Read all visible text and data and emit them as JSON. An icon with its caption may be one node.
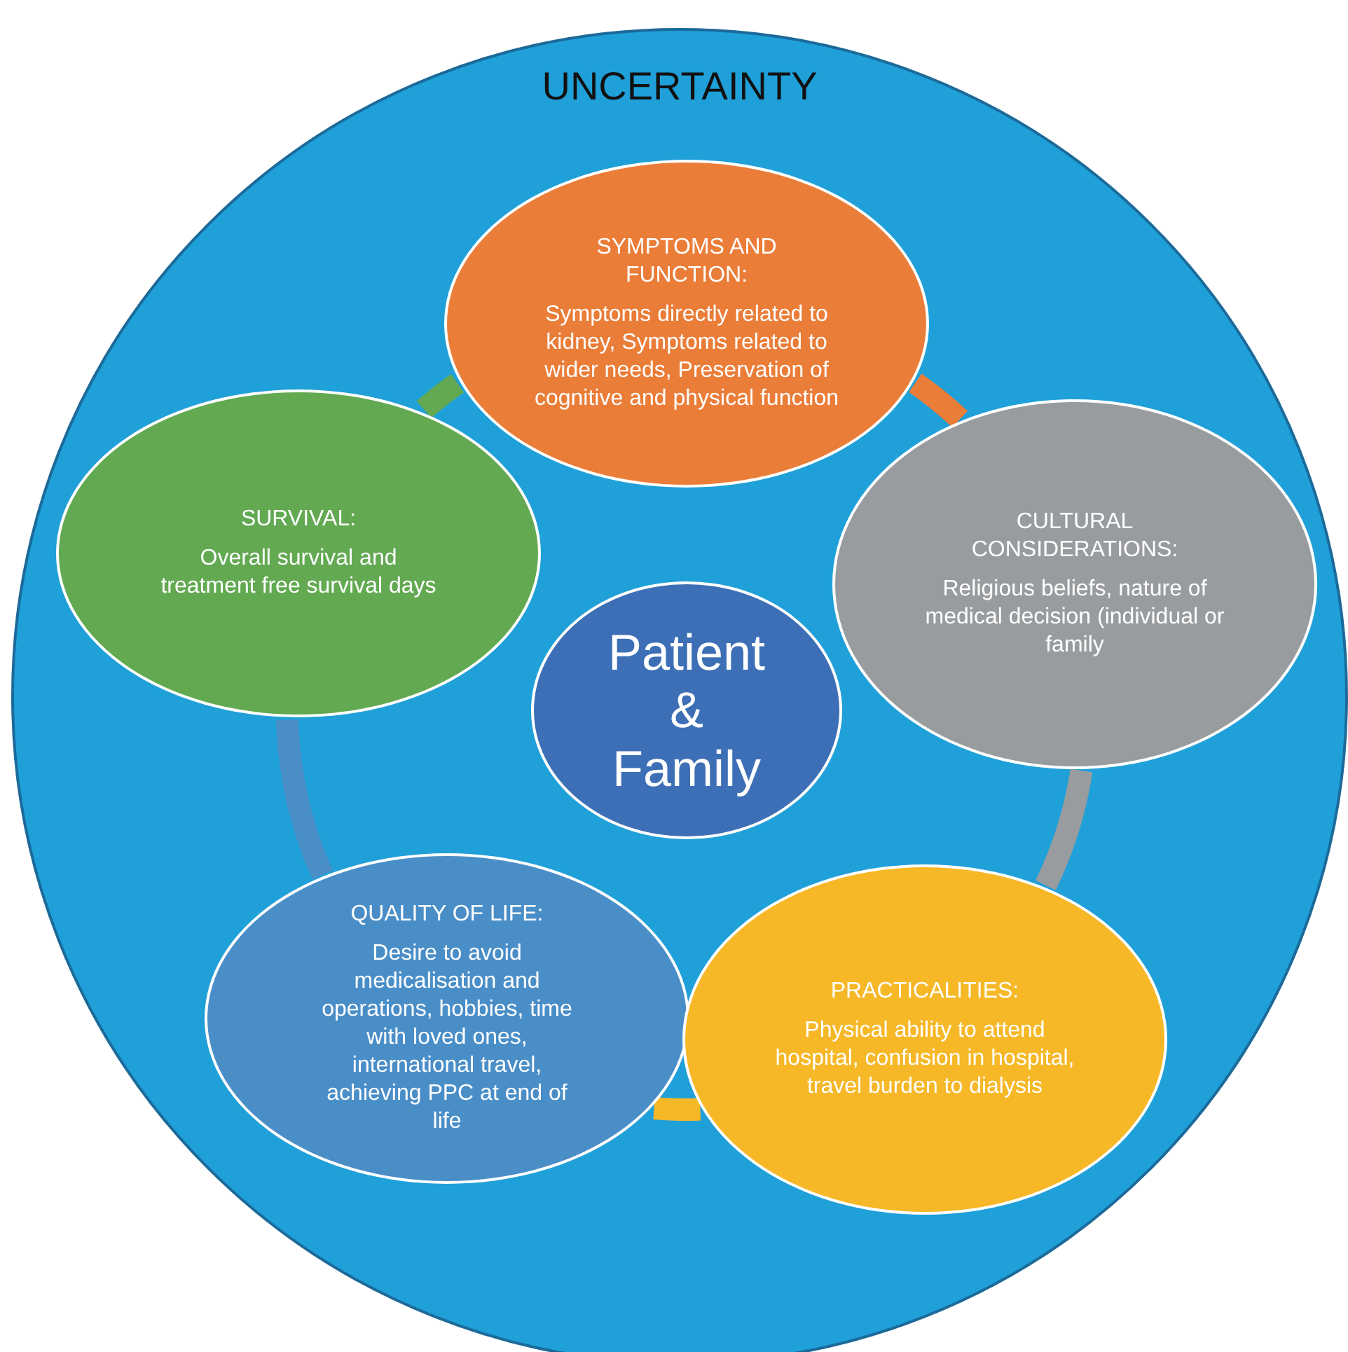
{
  "diagram": {
    "nodes": [
      {
        "text": [
          "UNCERTAINTY"
        ]
      },
      {
        "text": [
          "SYMPTOMS AND FUNCTION:",
          "Symptoms directly related to kidney, Symptoms related to wider needs, Preservation of cognitive and physical function"
        ],
        "in": 0
      },
      {
        "text": [
          "SURVIVAL:",
          "Overall survival and treatment free survival days"
        ],
        "in": 0
      },
      {
        "text": [
          "Patient & Family"
        ],
        "in": 0
      },
      {
        "text": [
          "CULTURAL CONSIDERATIONS:",
          "Religious beliefs, nature of medical decision (individual or family"
        ],
        "in": 0
      },
      {
        "text": [
          "QUALITY OF LIFE:",
          "Desire to avoid medicalisation and operations, hobbies, time with loved ones, international travel, achieving PPC at end of life"
        ],
        "in": 0
      },
      {
        "text": [
          "PRACTICALITIES:",
          "Physical ability to attend hospital, confusion in hospital, travel burden to dialysis"
        ],
        "in": 0
      }
    ],
    "edges": [
      {
        "from": 2,
        "to": 1,
        "arrow": "none",
        "color": "#62a952"
      },
      {
        "from": 1,
        "to": 4,
        "arrow": "none",
        "color": "#ea7d38"
      },
      {
        "from": 4,
        "to": 6,
        "arrow": "none",
        "color": "#999c9f"
      },
      {
        "from": 6,
        "to": 5,
        "arrow": "none",
        "color": "#f6b827"
      },
      {
        "from": 5,
        "to": 2,
        "arrow": "none",
        "color": "#4a8ec8"
      }
    ]
  }
}
